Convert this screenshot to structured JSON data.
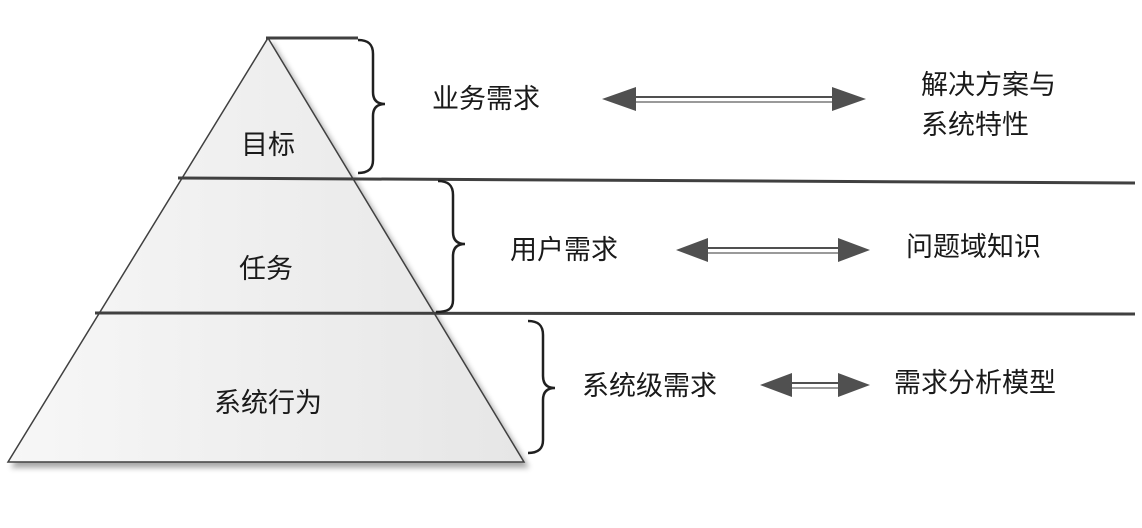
{
  "levels": [
    {
      "pyramid_label": "目标",
      "requirement": "业务需求",
      "related_lines": [
        "解决方案与",
        "系统特性"
      ]
    },
    {
      "pyramid_label": "任务",
      "requirement": "用户需求",
      "related_lines": [
        "问题域知识"
      ]
    },
    {
      "pyramid_label": "系统行为",
      "requirement": "系统级需求",
      "related_lines": [
        "需求分析模型"
      ]
    }
  ],
  "colors": {
    "pyramid_fill": "#f2f2f2",
    "stroke": "#404040",
    "arrow": "#505050",
    "text": "#1a1a1a"
  }
}
